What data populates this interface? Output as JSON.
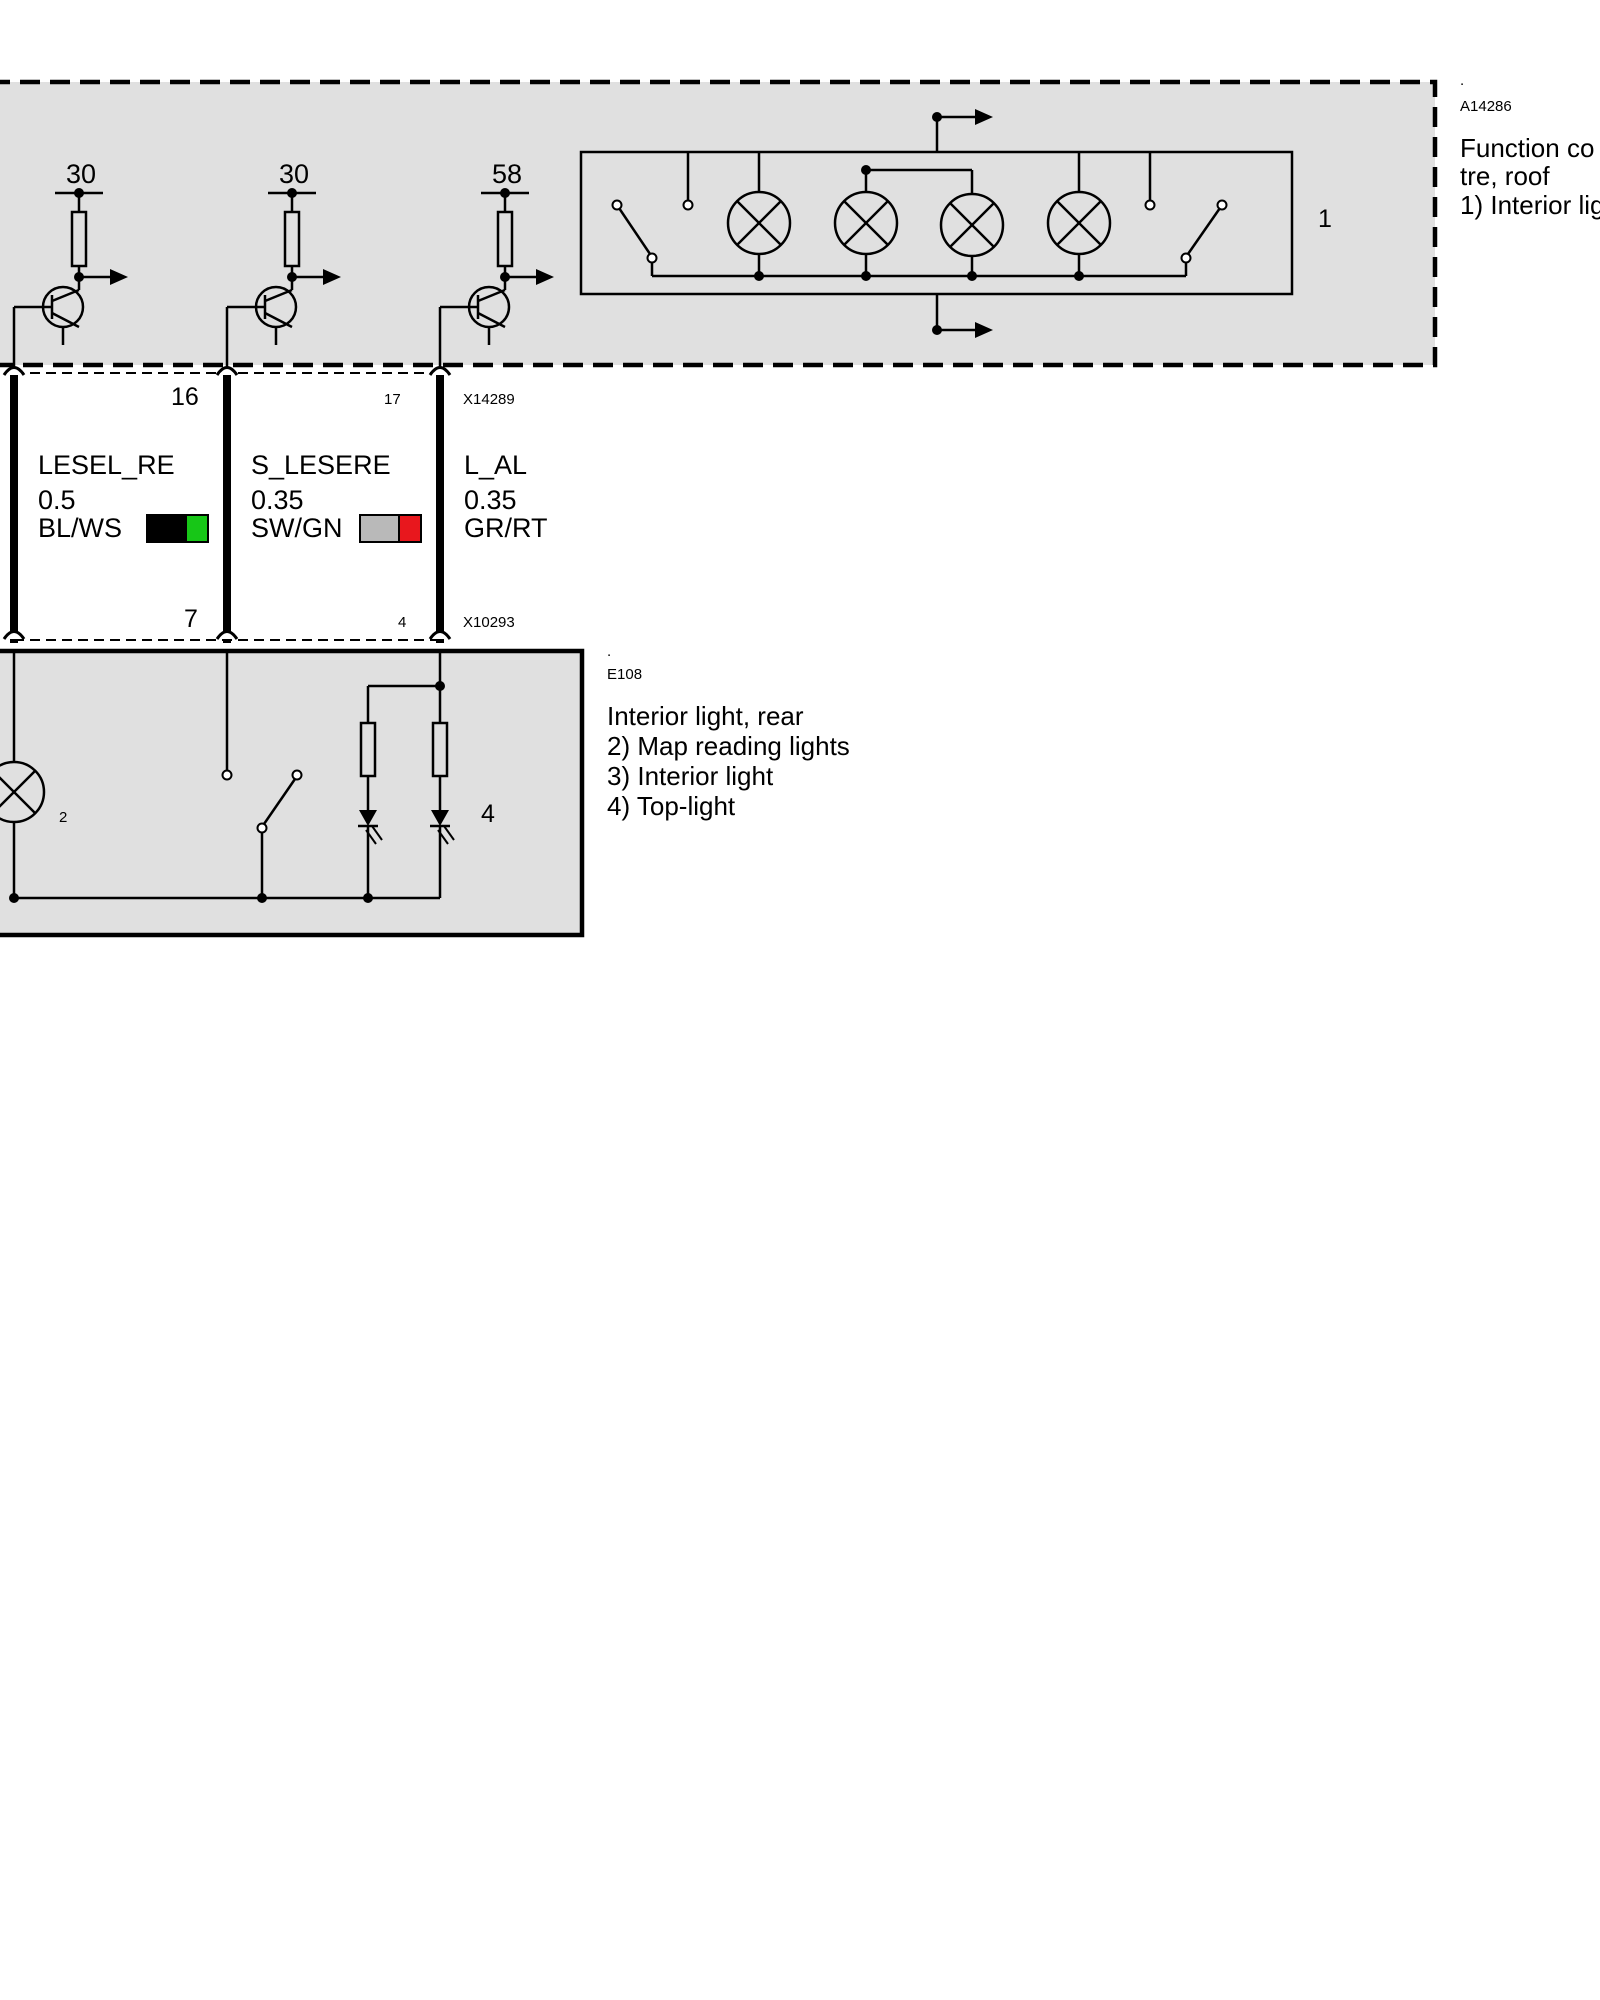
{
  "modules": {
    "roof": {
      "id": "A14286",
      "dot": ".",
      "desc": [
        "Function co",
        "tre, roof",
        "1) Interior lig"
      ],
      "inner_label": "1",
      "supply_labels": [
        "30",
        "30",
        "58"
      ]
    },
    "rear": {
      "id": "E108",
      "dot": ".",
      "desc": [
        "Interior light, rear",
        "2) Map reading lights",
        "3) Interior light",
        "4) Top-light"
      ],
      "lamp_label": "2",
      "led_label": "4"
    }
  },
  "connectors": {
    "top": {
      "id": "X14289",
      "pins": [
        "16",
        "17"
      ]
    },
    "bottom": {
      "id": "X10293",
      "pins": [
        "7",
        "4"
      ]
    }
  },
  "wires": [
    {
      "signal": "LESEL_RE",
      "gauge": "0.5",
      "color_code": "BL/WS",
      "swatch": [
        "#000000",
        "#17c617"
      ]
    },
    {
      "signal": "S_LESERE",
      "gauge": "0.35",
      "color_code": "SW/GN",
      "swatch": [
        "#b9b9b9",
        "#e8171d"
      ]
    },
    {
      "signal": "L_AL",
      "gauge": "0.35",
      "color_code": "GR/RT",
      "swatch": []
    }
  ]
}
